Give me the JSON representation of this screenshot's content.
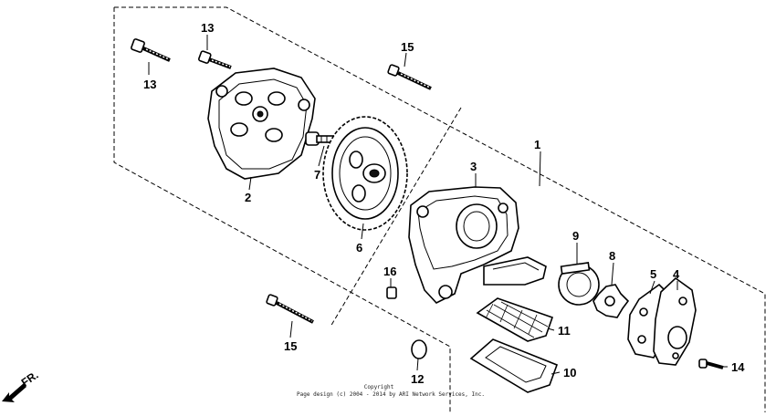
{
  "diagram": {
    "parts": [
      {
        "id": "1",
        "label": "1"
      },
      {
        "id": "2",
        "label": "2"
      },
      {
        "id": "3",
        "label": "3"
      },
      {
        "id": "4",
        "label": "4"
      },
      {
        "id": "5",
        "label": "5"
      },
      {
        "id": "6",
        "label": "6"
      },
      {
        "id": "7",
        "label": "7"
      },
      {
        "id": "8",
        "label": "8"
      },
      {
        "id": "9",
        "label": "9"
      },
      {
        "id": "10",
        "label": "10"
      },
      {
        "id": "11",
        "label": "11"
      },
      {
        "id": "12",
        "label": "12"
      },
      {
        "id": "13a",
        "label": "13"
      },
      {
        "id": "13b",
        "label": "13"
      },
      {
        "id": "14",
        "label": "14"
      },
      {
        "id": "15a",
        "label": "15"
      },
      {
        "id": "15b",
        "label": "15"
      },
      {
        "id": "16",
        "label": "16"
      }
    ],
    "direction_label": "FR.",
    "copyright_line1": "Copyright",
    "copyright_line2": "Page design (c) 2004 - 2014 by ARI Network Services, Inc."
  }
}
